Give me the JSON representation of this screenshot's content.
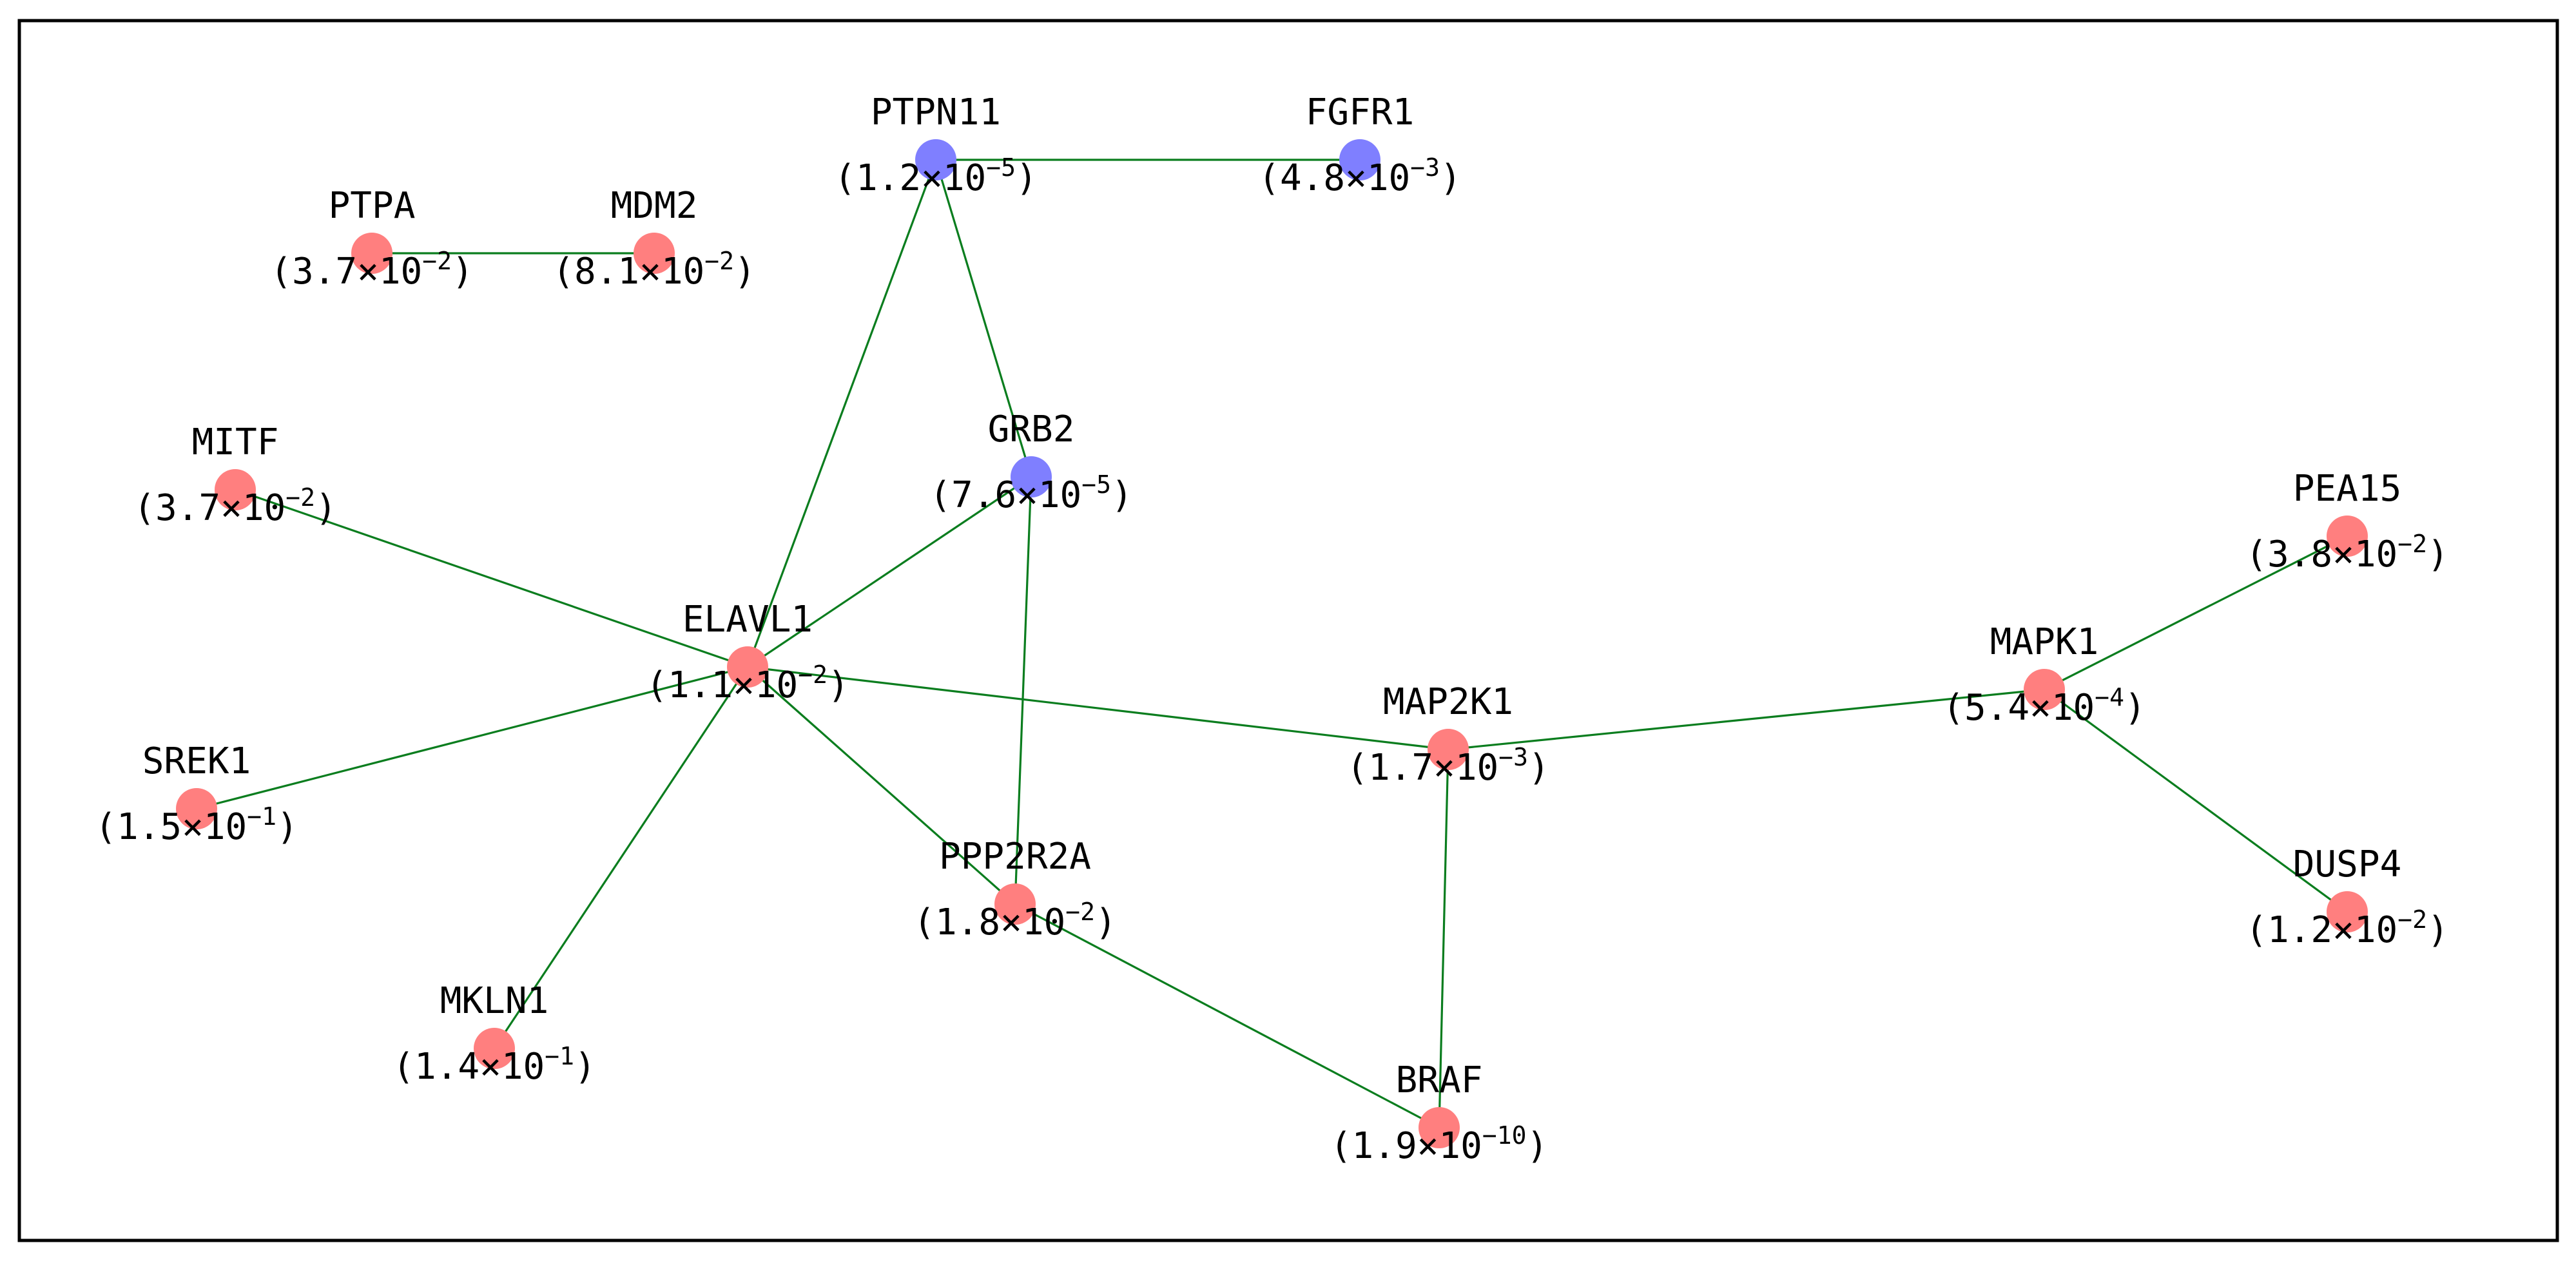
{
  "colors": {
    "red": "#ff7f7f",
    "blue": "#7f7fff",
    "edge": "#0a7d1e"
  },
  "nodes": [
    {
      "id": "PTPN11",
      "name": "PTPN11",
      "mantissa": "1.2",
      "exponent": "−5",
      "color": "blue"
    },
    {
      "id": "FGFR1",
      "name": "FGFR1",
      "mantissa": "4.8",
      "exponent": "−3",
      "color": "blue"
    },
    {
      "id": "PTPA",
      "name": "PTPA",
      "mantissa": "3.7",
      "exponent": "−2",
      "color": "red"
    },
    {
      "id": "MDM2",
      "name": "MDM2",
      "mantissa": "8.1",
      "exponent": "−2",
      "color": "red"
    },
    {
      "id": "MITF",
      "name": "MITF",
      "mantissa": "3.7",
      "exponent": "−2",
      "color": "red"
    },
    {
      "id": "GRB2",
      "name": "GRB2",
      "mantissa": "7.6",
      "exponent": "−5",
      "color": "blue"
    },
    {
      "id": "PEA15",
      "name": "PEA15",
      "mantissa": "3.8",
      "exponent": "−2",
      "color": "red"
    },
    {
      "id": "ELAVL1",
      "name": "ELAVL1",
      "mantissa": "1.1",
      "exponent": "−2",
      "color": "red"
    },
    {
      "id": "MAPK1",
      "name": "MAPK1",
      "mantissa": "5.4",
      "exponent": "−4",
      "color": "red"
    },
    {
      "id": "MAP2K1",
      "name": "MAP2K1",
      "mantissa": "1.7",
      "exponent": "−3",
      "color": "red"
    },
    {
      "id": "SREK1",
      "name": "SREK1",
      "mantissa": "1.5",
      "exponent": "−1",
      "color": "red"
    },
    {
      "id": "PPP2R2A",
      "name": "PPP2R2A",
      "mantissa": "1.8",
      "exponent": "−2",
      "color": "red"
    },
    {
      "id": "DUSP4",
      "name": "DUSP4",
      "mantissa": "1.2",
      "exponent": "−2",
      "color": "red"
    },
    {
      "id": "MKLN1",
      "name": "MKLN1",
      "mantissa": "1.4",
      "exponent": "−1",
      "color": "red"
    },
    {
      "id": "BRAF",
      "name": "BRAF",
      "mantissa": "1.9",
      "exponent": "−10",
      "color": "red"
    }
  ],
  "edges": [
    [
      "PTPN11",
      "FGFR1"
    ],
    [
      "PTPA",
      "MDM2"
    ],
    [
      "PTPN11",
      "ELAVL1"
    ],
    [
      "PTPN11",
      "GRB2"
    ],
    [
      "GRB2",
      "ELAVL1"
    ],
    [
      "GRB2",
      "PPP2R2A"
    ],
    [
      "MITF",
      "ELAVL1"
    ],
    [
      "SREK1",
      "ELAVL1"
    ],
    [
      "MKLN1",
      "ELAVL1"
    ],
    [
      "ELAVL1",
      "PPP2R2A"
    ],
    [
      "ELAVL1",
      "MAP2K1"
    ],
    [
      "MAP2K1",
      "MAPK1"
    ],
    [
      "MAP2K1",
      "BRAF"
    ],
    [
      "PPP2R2A",
      "BRAF"
    ],
    [
      "MAPK1",
      "PEA15"
    ],
    [
      "MAPK1",
      "DUSP4"
    ]
  ]
}
